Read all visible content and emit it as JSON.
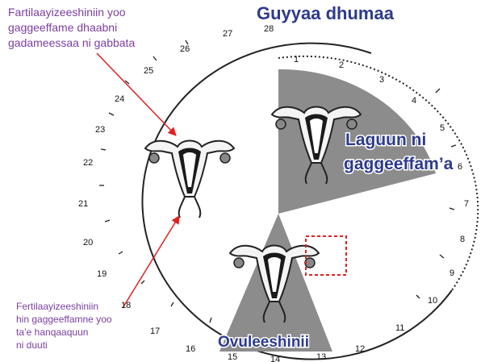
{
  "title": "Guyyaa dhumaa",
  "labels": {
    "top_left": [
      "Fartilaayizeeshiniin yoo",
      "gaggeeffame dhaabni",
      "gadameessaa ni gabbata"
    ],
    "bottom_left": [
      "Fertilaayizeeshiniin",
      "hin gaggeeffamne yoo",
      "ta’e hanqaaquun",
      "ni duuti"
    ],
    "menstruation": [
      "Laguun ni",
      "gaggeeffam’a"
    ],
    "ovulation": "Ovuleeshinii"
  },
  "day_numbers": [
    "1",
    "2",
    "3",
    "4",
    "5",
    "6",
    "7",
    "8",
    "9",
    "10",
    "11",
    "12",
    "13",
    "14",
    "15",
    "16",
    "17",
    "18",
    "19",
    "20",
    "21",
    "22",
    "23",
    "24",
    "25",
    "26",
    "27",
    "28"
  ],
  "colors": {
    "purple_text": "#7b3fa0",
    "blue_text": "#2e3a8c",
    "wedge": "#8c8c8c",
    "arrow": "#e02020",
    "highlight_box": "#e02020"
  },
  "icons": {
    "uterus_left": "uterus-icon",
    "uterus_top": "uterus-menstruation-icon",
    "uterus_bottom": "uterus-ovulation-icon"
  }
}
